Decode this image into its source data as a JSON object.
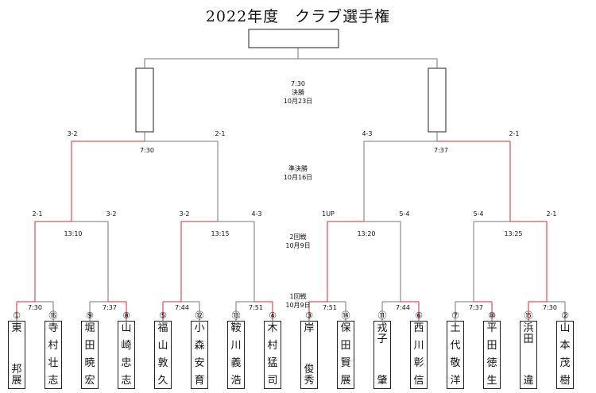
{
  "title": "2022年度　クラブ選手権",
  "rounds": {
    "final": {
      "time": "7:30",
      "name": "決勝",
      "date": "10月23日"
    },
    "semi": {
      "name": "準決勝",
      "date": "10月16日"
    },
    "r2": {
      "name": "2回戦",
      "date": "10月9日"
    },
    "r1": {
      "name": "1回戦",
      "date": "10月9日"
    }
  },
  "semi_matches": [
    {
      "time": "7:30",
      "score_left": "3-2",
      "score_right": "2-1"
    },
    {
      "time": "7:37",
      "score_left": "4-3",
      "score_right": "2-1"
    }
  ],
  "r2_matches": [
    {
      "time": "13:10",
      "score_left": "2-1",
      "score_right": "3-2"
    },
    {
      "time": "13:15",
      "score_left": "3-2",
      "score_right": "4-3"
    },
    {
      "time": "13:20",
      "score_left": "1UP",
      "score_right": "5-4"
    },
    {
      "time": "13:25",
      "score_left": "5-4",
      "score_right": "2-1"
    }
  ],
  "r1_matches": [
    {
      "time": "7:30"
    },
    {
      "time": "7:37"
    },
    {
      "time": "7:44"
    },
    {
      "time": "7:51"
    },
    {
      "time": "7:51"
    },
    {
      "time": "7:44"
    },
    {
      "time": "7:37"
    },
    {
      "time": "7:30"
    }
  ],
  "players": [
    {
      "seed": "①",
      "top": [
        "東"
      ],
      "bottom": [
        "邦",
        "展"
      ]
    },
    {
      "seed": "⑯",
      "top": [
        "寺",
        "村",
        "壮",
        "志"
      ],
      "bottom": []
    },
    {
      "seed": "⑨",
      "top": [
        "堀",
        "田",
        "暁",
        "宏"
      ],
      "bottom": []
    },
    {
      "seed": "⑧",
      "top": [
        "山",
        "崎",
        "忠",
        "志"
      ],
      "bottom": []
    },
    {
      "seed": "⑤",
      "top": [
        "福",
        "山",
        "敦",
        "久"
      ],
      "bottom": []
    },
    {
      "seed": "⑫",
      "top": [
        "小",
        "森",
        "安",
        "育"
      ],
      "bottom": []
    },
    {
      "seed": "⑬",
      "top": [
        "鞍",
        "川",
        "義",
        "浩"
      ],
      "bottom": []
    },
    {
      "seed": "④",
      "top": [
        "木",
        "村",
        "猛",
        "司"
      ],
      "bottom": []
    },
    {
      "seed": "③",
      "top": [
        "岸"
      ],
      "bottom": [
        "俊",
        "秀"
      ]
    },
    {
      "seed": "⑭",
      "top": [
        "保",
        "田",
        "賢",
        "展"
      ],
      "bottom": []
    },
    {
      "seed": "⑪",
      "top": [
        "戎",
        "子"
      ],
      "bottom": [
        "肇"
      ]
    },
    {
      "seed": "⑥",
      "top": [
        "西",
        "川",
        "彰",
        "信"
      ],
      "bottom": []
    },
    {
      "seed": "⑦",
      "top": [
        "土",
        "代",
        "敬",
        "洋"
      ],
      "bottom": []
    },
    {
      "seed": "⑩",
      "top": [
        "平",
        "田",
        "徳",
        "生"
      ],
      "bottom": []
    },
    {
      "seed": "⑮",
      "top": [
        "浜",
        "田"
      ],
      "bottom": [
        "違"
      ]
    },
    {
      "seed": "②",
      "top": [
        "山",
        "本",
        "茂",
        "樹"
      ],
      "bottom": []
    }
  ],
  "colors": {
    "win": "#e0242f",
    "line": "#777777"
  }
}
